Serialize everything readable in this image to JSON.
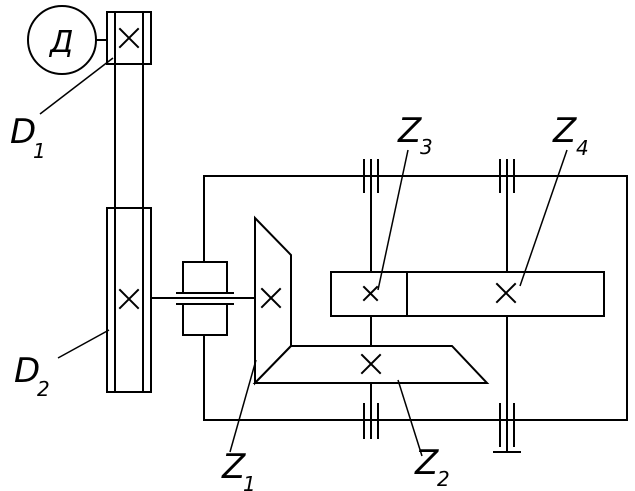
{
  "diagram": {
    "motor": {
      "label": "Д"
    },
    "labels": {
      "d1": {
        "main": "D",
        "sub": "1"
      },
      "d2": {
        "main": "D",
        "sub": "2"
      },
      "z1": {
        "main": "Z",
        "sub": "1"
      },
      "z2": {
        "main": "Z",
        "sub": "2"
      },
      "z3": {
        "main": "Z",
        "sub": "3"
      },
      "z4": {
        "main": "Z",
        "sub": "4"
      }
    }
  }
}
